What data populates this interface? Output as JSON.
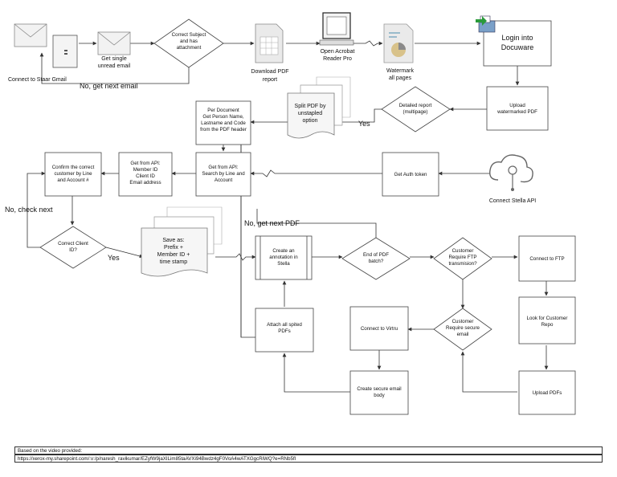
{
  "nodes": {
    "connect_gmail": "Connect to Staar Gmail",
    "get_email": [
      "Get  single",
      "unread email"
    ],
    "subject_check": [
      "Correct Subject",
      "and has",
      "attachment"
    ],
    "no_next_email": "No, get next email",
    "download_pdf": [
      "Download PDF",
      "report"
    ],
    "open_acrobat": [
      "Open Acrobat",
      "Reader Pro"
    ],
    "watermark": [
      "Watermark",
      "all pages"
    ],
    "login_docuware": [
      "Login into",
      "Docuware"
    ],
    "upload_watermarked": [
      "Upload",
      "watermarked PDF"
    ],
    "detailed_report": [
      "Detailed report",
      "(multipage)"
    ],
    "yes_split": "Yes",
    "split_pdf": [
      "Split PDF by",
      "unstapled",
      "option"
    ],
    "per_document": [
      "Per Document",
      "Get Person Name,",
      "Lastname and Code",
      "from the PDF header"
    ],
    "api_search": [
      "Get from API:",
      "Search by Line and",
      "Account"
    ],
    "api_member": [
      "Get from API:",
      "Member ID",
      "Client ID",
      "Email address"
    ],
    "confirm_customer": [
      "Confirm the correct",
      "customer by Line",
      "and Account #"
    ],
    "get_auth": "Get Auth token",
    "connect_stella": "Connect Stella API",
    "no_check_next": "No, check next",
    "correct_client": [
      "Correct Client",
      "ID?"
    ],
    "yes_save": "Yes",
    "save_as": [
      "Save as:",
      "Prefix +",
      "Member ID +",
      "time stamp"
    ],
    "no_next_pdf": "No, get next PDF",
    "create_annotation": [
      "Create an",
      "annotation in",
      "Stella"
    ],
    "end_batch": [
      "End of PDF",
      "batch?"
    ],
    "require_ftp": [
      "Customer",
      "Require FTP",
      "transmision?"
    ],
    "connect_ftp": "Connect to FTP",
    "look_repo": [
      "Look for Customer",
      "Repo"
    ],
    "upload_pdfs": "Upload PDFs",
    "require_secure": [
      "Customer",
      "Require secure",
      "email"
    ],
    "connect_virtru": "Connect to Virtru",
    "secure_body": [
      "Create secure email",
      "body"
    ],
    "attach_pdfs": [
      "Attach all spited",
      "PDFs"
    ]
  },
  "footer": {
    "line1": "Based on the video provided:",
    "line2": "https://xerox-my.sharepoint.com/:v:/p/naresh_ravikumar/EZyfW9jaXILim85taAVXi94Bwdz4gF0VoA4wATXGgcRiWQ?e=RNb5fl"
  }
}
